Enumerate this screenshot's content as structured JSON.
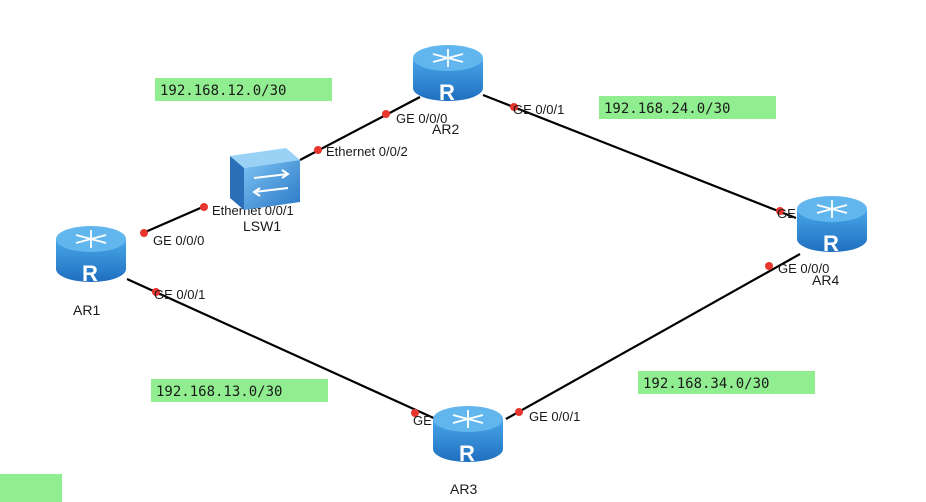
{
  "colors": {
    "link": "#000000",
    "port_dot": "#e8362e",
    "subnet_bg": "#90ee90",
    "router_body": "#2f8fd8",
    "router_top": "#62b6ee",
    "switch_body": "#3d8fd6"
  },
  "devices": {
    "ar1": {
      "label": "AR1",
      "icon": "router-icon",
      "letter": "R"
    },
    "ar2": {
      "label": "AR2",
      "icon": "router-icon",
      "letter": "R"
    },
    "ar3": {
      "label": "AR3",
      "icon": "router-icon",
      "letter": "R"
    },
    "ar4": {
      "label": "AR4",
      "icon": "router-icon",
      "letter": "R"
    },
    "lsw1": {
      "label": "LSW1",
      "icon": "switch-icon"
    }
  },
  "subnets": {
    "net12": "192.168.12.0/30",
    "net24": "192.168.24.0/30",
    "net13": "192.168.13.0/30",
    "net34": "192.168.34.0/30"
  },
  "ports": {
    "ar1_ge000": "GE 0/0/0",
    "ar1_ge001": "GE 0/0/1",
    "lsw1_eth001": "Ethernet 0/0/1",
    "lsw1_eth002": "Ethernet 0/0/2",
    "ar2_ge000": "GE 0/0/0",
    "ar2_ge001": "GE 0/0/1",
    "ar4_ge001": "GE 0/0/1",
    "ar4_ge000": "GE 0/0/0",
    "ar3_ge000": "GE 0/0/0",
    "ar3_ge001": "GE 0/0/1"
  }
}
